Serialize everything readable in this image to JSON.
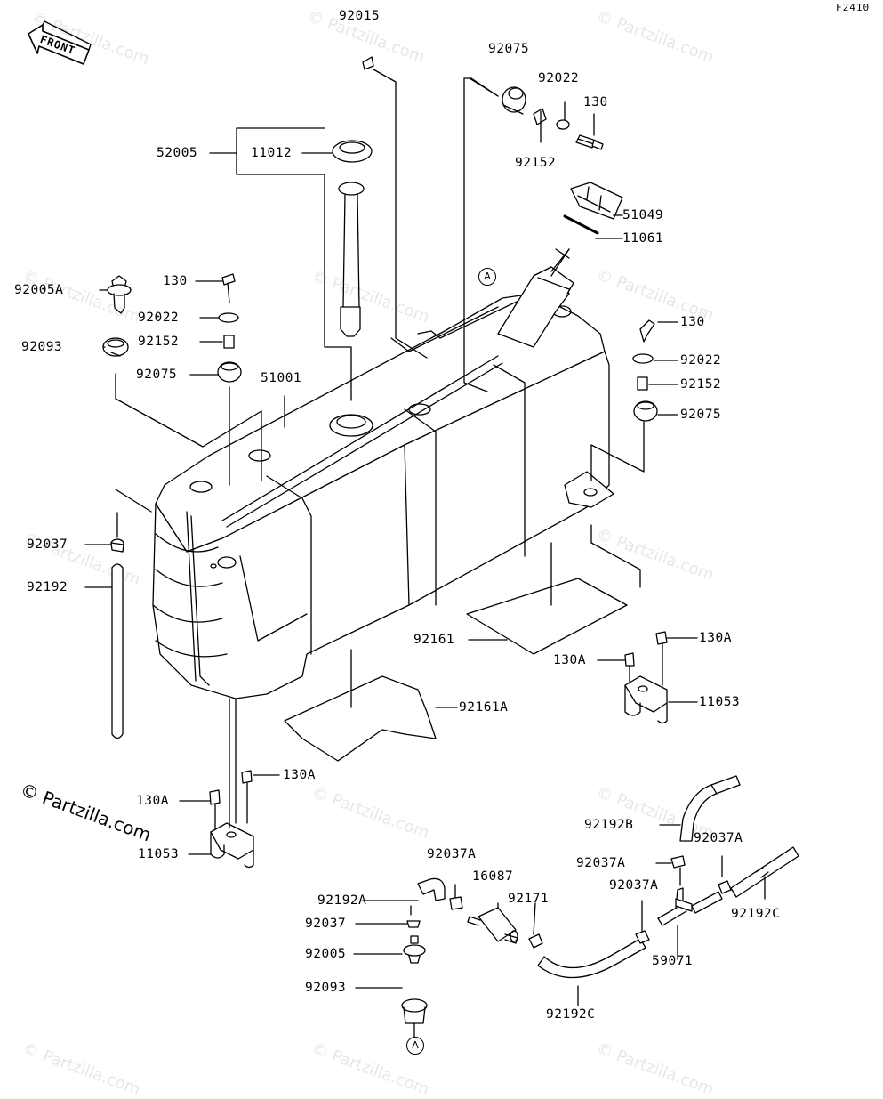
{
  "diagram": {
    "ref_code": "F2410",
    "front_label": "FRONT",
    "watermark": "© Partzilla.com",
    "copyright": "© Partzilla.com",
    "connector_marker": "A",
    "labels": {
      "p92015": "92015",
      "p92075_top": "92075",
      "p92022_top": "92022",
      "p130_top": "130",
      "p92152_top": "92152",
      "p52005": "52005",
      "p11012": "11012",
      "p51049": "51049",
      "p11061": "11061",
      "p92005A": "92005A",
      "p130_left": "130",
      "p92022_left": "92022",
      "p92093_left": "92093",
      "p92152_left": "92152",
      "p92075_left": "92075",
      "p51001": "51001",
      "p130_right": "130",
      "p92022_right": "92022",
      "p92152_right": "92152",
      "p92075_right": "92075",
      "p92037_left": "92037",
      "p92192_left": "92192",
      "p92161": "92161",
      "p130A_r1": "130A",
      "p130A_r2": "130A",
      "p11053_right": "11053",
      "p92161A": "92161A",
      "p130A_b1": "130A",
      "p130A_b2": "130A",
      "p11053_left": "11053",
      "p92192B": "92192B",
      "p92037A_a": "92037A",
      "p92037A_b": "92037A",
      "p92037A_c": "92037A",
      "p92037A_d": "92037A",
      "p16087": "16087",
      "p92192A": "92192A",
      "p92171": "92171",
      "p92037_b": "92037",
      "p92005": "92005",
      "p92093_b": "92093",
      "p59071": "59071",
      "p92192C_right": "92192C",
      "p92192C_bottom": "92192C"
    }
  }
}
